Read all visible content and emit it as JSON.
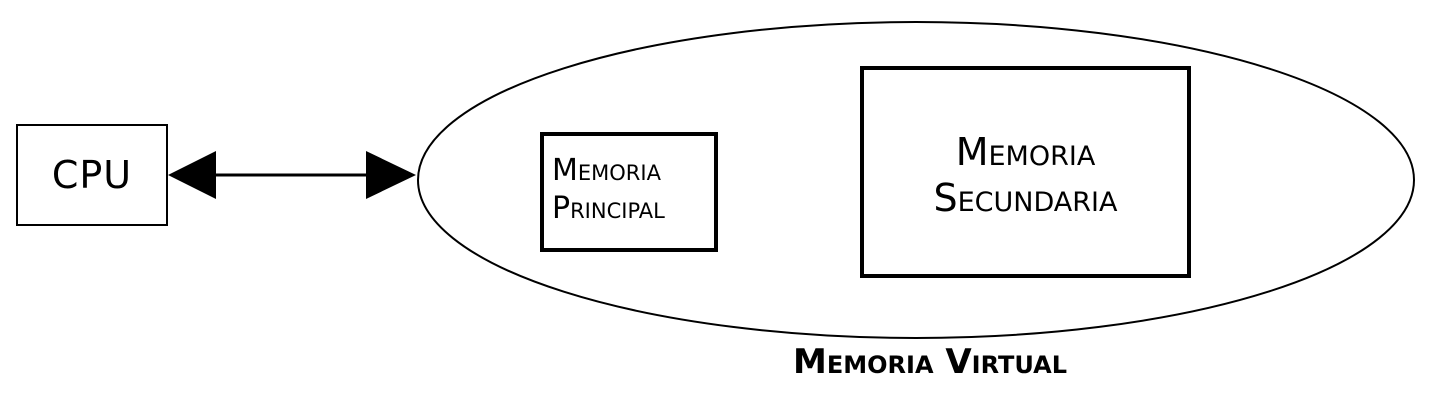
{
  "diagram": {
    "cpu_label": "CPU",
    "main_memory": {
      "line1": "Memoria",
      "line2": "Principal"
    },
    "secondary_memory": {
      "line1": "Memoria",
      "line2": "Secundaria"
    },
    "caption": "Memoria Virtual",
    "connector": "bidirectional-arrow"
  }
}
